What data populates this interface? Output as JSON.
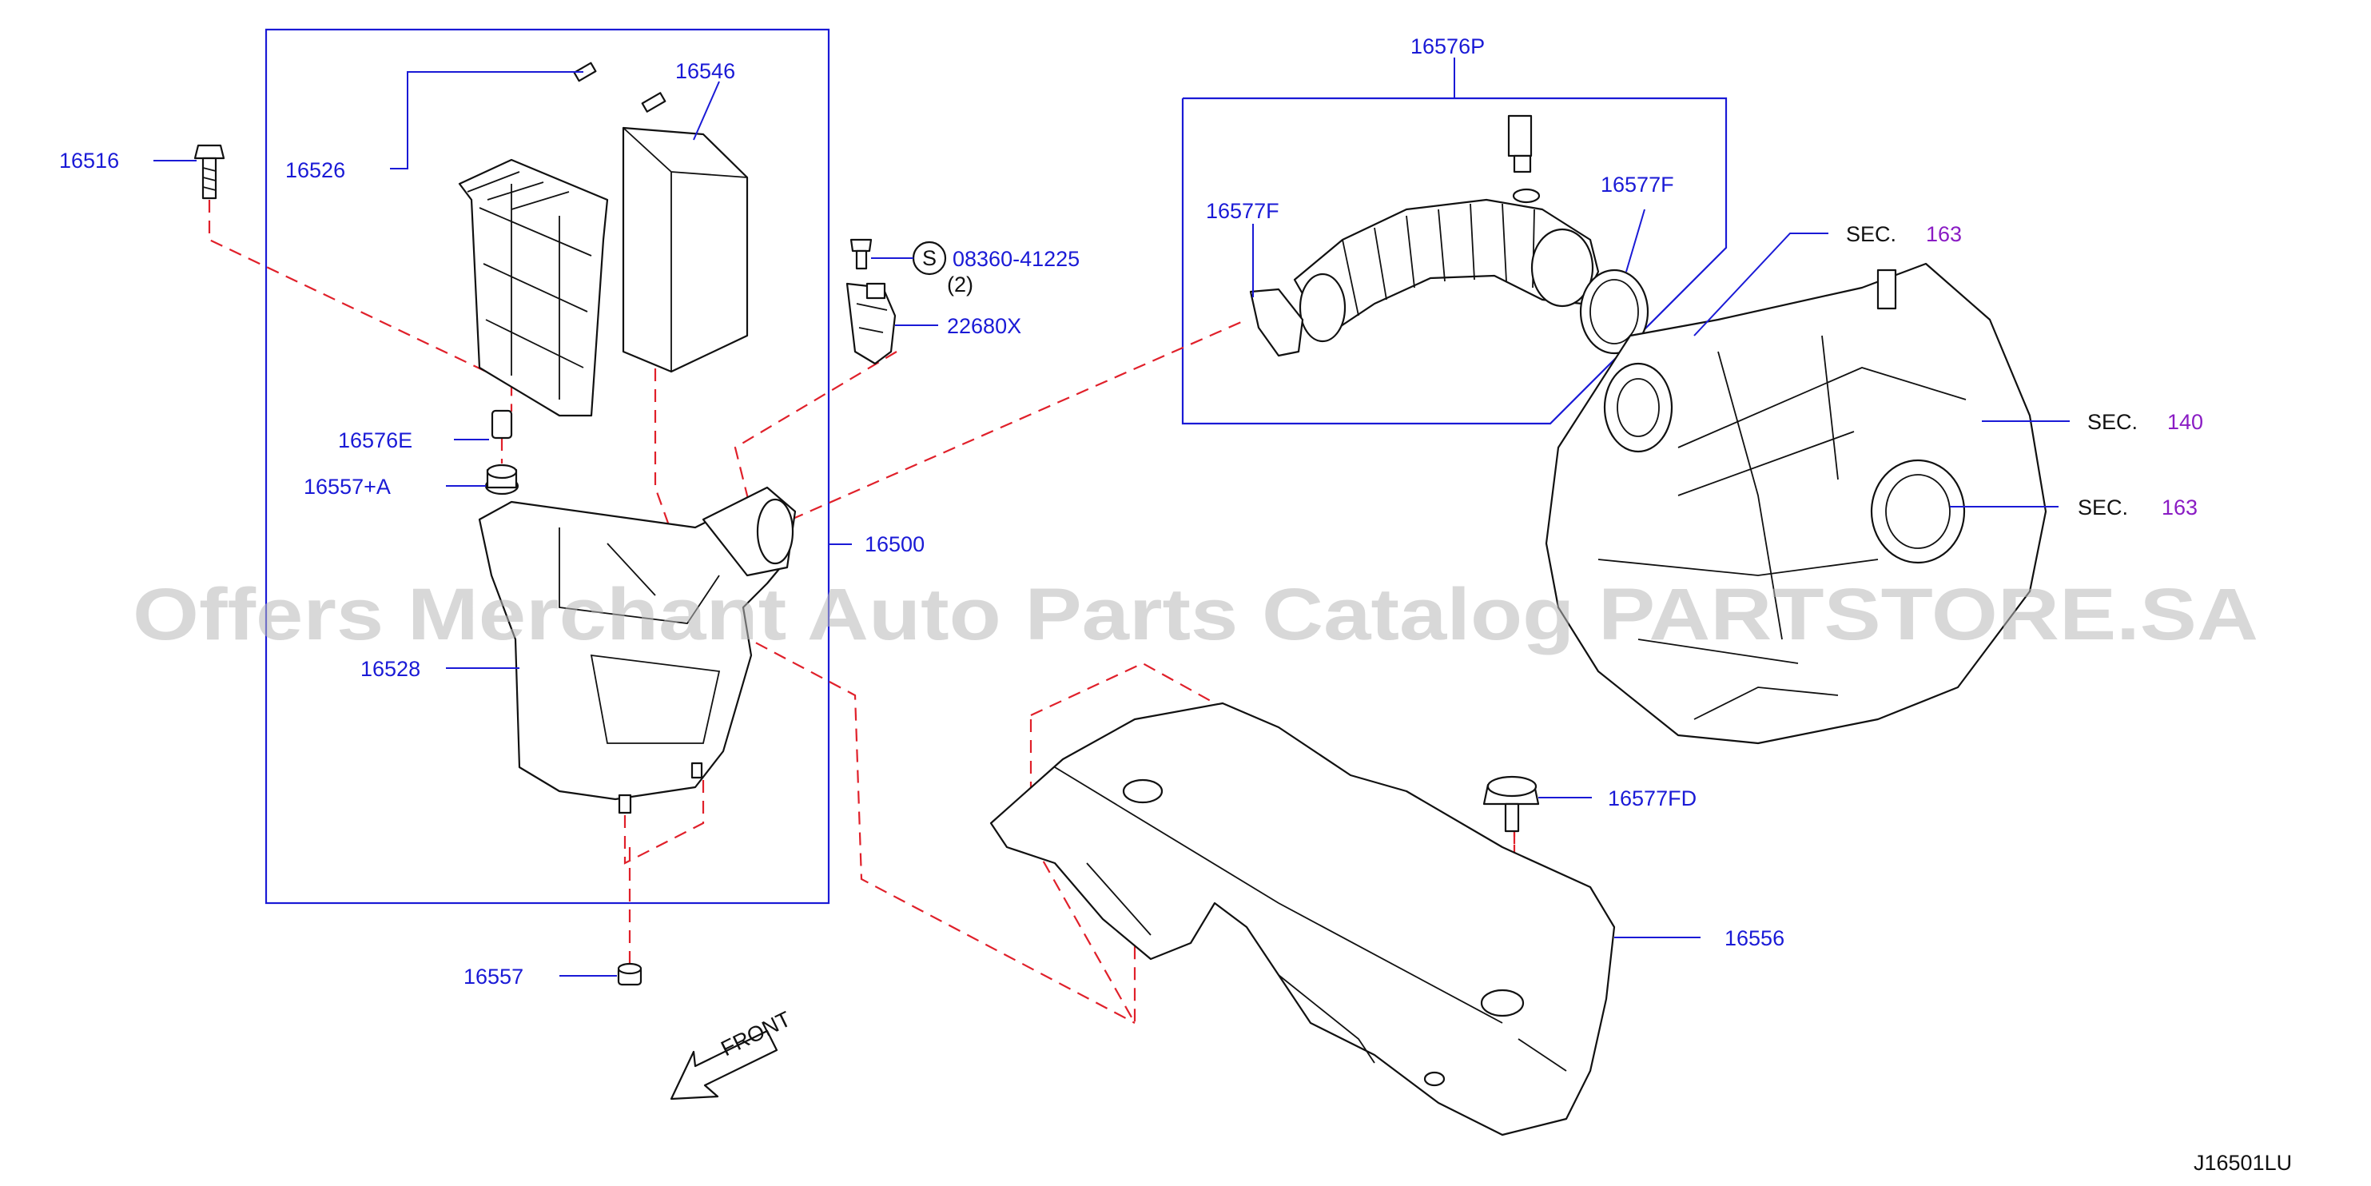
{
  "labels": {
    "p16516": "16516",
    "p16526": "16526",
    "p16546": "16546",
    "p16576E": "16576E",
    "p16557A": "16557+A",
    "p16528": "16528",
    "p16500": "16500",
    "p16557": "16557",
    "p08360": "08360-41225",
    "qty2": "(2)",
    "s_mark": "S",
    "p22680X": "22680X",
    "p16576P": "16576P",
    "p16577F_left": "16577F",
    "p16577F_right": "16577F",
    "sec163_top_text": "SEC.",
    "sec163_top_num": "163",
    "sec140_text": "SEC.",
    "sec140_num": "140",
    "sec163_mid_text": "SEC.",
    "sec163_mid_num": "163",
    "p16577FD": "16577FD",
    "p16556": "16556",
    "front": "FRONT",
    "diagram_code": "J16501LU"
  },
  "watermark": "Offers Merchant Auto Parts Catalog PARTSTORE.SA",
  "colors": {
    "part_number": "#1a1ad6",
    "section_number": "#8a1cc4",
    "dashed_guide": "#e0202a",
    "outline": "#111111",
    "watermark": "#b9b9b9"
  }
}
